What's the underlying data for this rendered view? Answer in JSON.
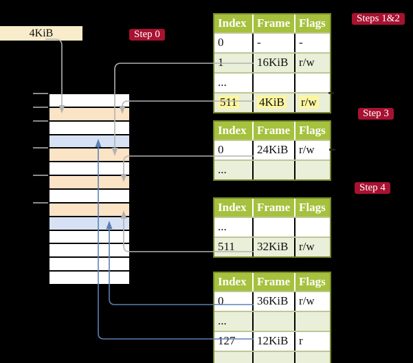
{
  "frame_label": {
    "text": "4KiB"
  },
  "steps": [
    {
      "label": "Step 0"
    },
    {
      "label": "Steps 1&2"
    },
    {
      "label": "Step 3"
    },
    {
      "label": "Step 4"
    }
  ],
  "page_tables": [
    {
      "id": "page-table-steps-1-2",
      "headers": [
        "Index",
        "Frame",
        "Flags"
      ],
      "rows": [
        {
          "cells": [
            "0",
            "-",
            "-"
          ]
        },
        {
          "cells": [
            "1",
            "16KiB",
            "r/w"
          ]
        },
        {
          "cells": [
            "...",
            "",
            ""
          ]
        },
        {
          "cells": [
            "511",
            "4KiB",
            "r/w"
          ],
          "highlight": true
        }
      ]
    },
    {
      "id": "page-table-step-3",
      "headers": [
        "Index",
        "Frame",
        "Flags"
      ],
      "rows": [
        {
          "cells": [
            "0",
            "24KiB",
            "r/w"
          ]
        },
        {
          "cells": [
            "...",
            "",
            ""
          ]
        }
      ]
    },
    {
      "id": "page-table-step-4a",
      "headers": [
        "Index",
        "Frame",
        "Flags"
      ],
      "rows": [
        {
          "cells": [
            "...",
            "",
            ""
          ]
        },
        {
          "cells": [
            "511",
            "32KiB",
            "r/w"
          ]
        }
      ]
    },
    {
      "id": "page-table-step-4b",
      "headers": [
        "Index",
        "Frame",
        "Flags"
      ],
      "rows": [
        {
          "cells": [
            "0",
            "36KiB",
            "r/w"
          ]
        },
        {
          "cells": [
            "...",
            "",
            ""
          ]
        },
        {
          "cells": [
            "127",
            "12KiB",
            "r"
          ]
        },
        {
          "cells": [
            "...",
            "",
            ""
          ]
        }
      ]
    }
  ],
  "memory_column": {
    "cells": [
      {
        "kind": "free"
      },
      {
        "kind": "page_table"
      },
      {
        "kind": "free"
      },
      {
        "kind": "mapped_page"
      },
      {
        "kind": "page_table"
      },
      {
        "kind": "free"
      },
      {
        "kind": "page_table"
      },
      {
        "kind": "free"
      },
      {
        "kind": "page_table"
      },
      {
        "kind": "mapped_page"
      },
      {
        "kind": "free"
      },
      {
        "kind": "free"
      },
      {
        "kind": "free"
      },
      {
        "kind": "free"
      }
    ]
  },
  "arrows": [
    {
      "from": "4KiB label",
      "to_frame": "4KiB",
      "color": "gray"
    },
    {
      "from": "table entry 1",
      "to_frame": "16KiB",
      "color": "gray"
    },
    {
      "from": "table entry 511",
      "to_frame": "4KiB",
      "color": "gray"
    },
    {
      "from": "table entry 0",
      "to_frame": "24KiB",
      "color": "gray"
    },
    {
      "from": "table entry 511",
      "to_frame": "32KiB",
      "color": "gray"
    },
    {
      "from": "table entry 0",
      "to_frame": "36KiB",
      "color": "blue"
    },
    {
      "from": "table entry 127",
      "to_frame": "12KiB",
      "color": "blue"
    }
  ],
  "colors": {
    "background": "#000000",
    "badge": "#a81231",
    "badge_text": "#ffffff",
    "frame_label_bg": "#f8ecca",
    "table_header_bg": "#a5c13d",
    "table_header_text": "#ffffff",
    "table_row_bg": "#ffffff",
    "table_row_alt_bg": "#e9efd8",
    "table_border": "#76862a",
    "row_divider": "#bcc795",
    "col_divider": "#000000",
    "highlight": "#fdf6a0",
    "memory_free": "#ffffff",
    "memory_page_table": "#fbe3c6",
    "memory_mapped_page": "#d6e2f4",
    "arrow_gray": "#b3b3b3",
    "arrow_blue": "#5b80b5",
    "tick": "#8c8c8c",
    "stub": "#222222"
  }
}
